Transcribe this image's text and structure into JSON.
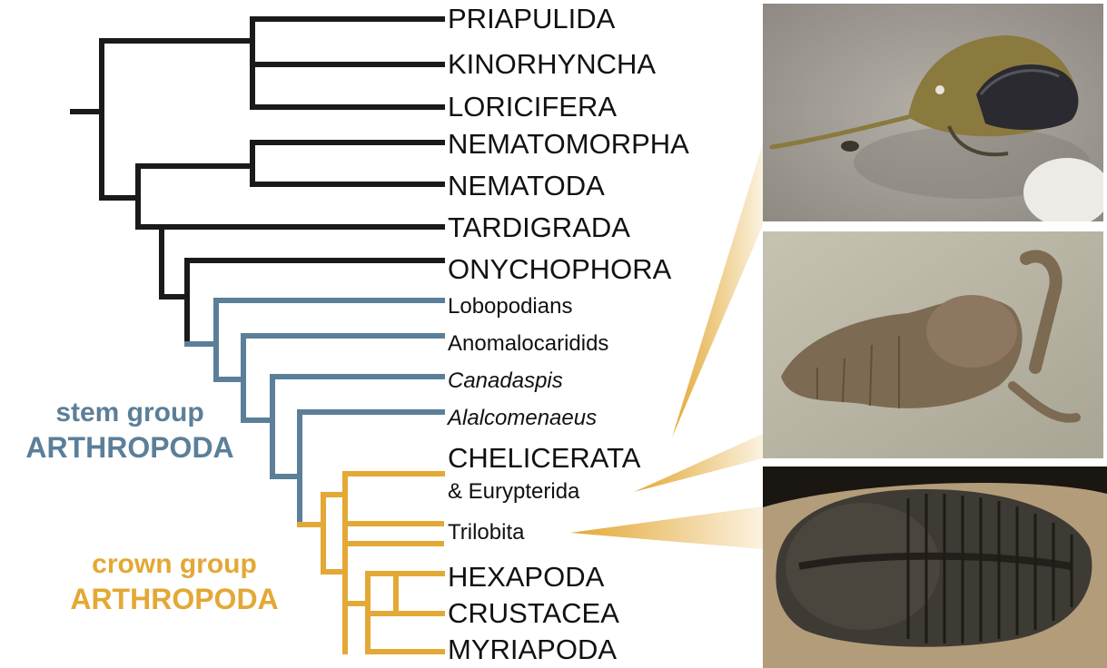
{
  "taxa": [
    {
      "label": "PRIAPULIDA",
      "style": "big"
    },
    {
      "label": "KINORHYNCHA",
      "style": "big"
    },
    {
      "label": "LORICIFERA",
      "style": "big"
    },
    {
      "label": "NEMATOMORPHA",
      "style": "big"
    },
    {
      "label": "NEMATODA",
      "style": "big"
    },
    {
      "label": "TARDIGRADA",
      "style": "big"
    },
    {
      "label": "ONYCHOPHORA",
      "style": "big"
    },
    {
      "label": "Lobopodians",
      "style": "small"
    },
    {
      "label": "Anomalocaridids",
      "style": "small"
    },
    {
      "label": "Canadaspis",
      "style": "small-italic"
    },
    {
      "label": "Alalcomenaeus",
      "style": "small-italic"
    },
    {
      "label": "CHELICERATA",
      "style": "big"
    },
    {
      "label": "& Eurypterida",
      "style": "small"
    },
    {
      "label": "Trilobita",
      "style": "small"
    },
    {
      "label": "HEXAPODA",
      "style": "big"
    },
    {
      "label": "CRUSTACEA",
      "style": "big"
    },
    {
      "label": "MYRIAPODA",
      "style": "big"
    }
  ],
  "groups": {
    "stem": {
      "line1": "stem group",
      "line2": "ARTHROPODA",
      "color": "#5b7f99"
    },
    "crown": {
      "line1": "crown group",
      "line2": "ARTHROPODA",
      "color": "#e3a835"
    }
  },
  "colors": {
    "outgroup": "#1a1a1a",
    "stem": "#5b7f99",
    "crown": "#e3a835"
  },
  "photos": [
    {
      "name": "horseshoe-crab-photo",
      "points_to": "CHELICERATA"
    },
    {
      "name": "eurypterid-fossil-photo",
      "points_to": "& Eurypterida"
    },
    {
      "name": "trilobite-fossil-photo",
      "points_to": "Trilobita"
    }
  ]
}
